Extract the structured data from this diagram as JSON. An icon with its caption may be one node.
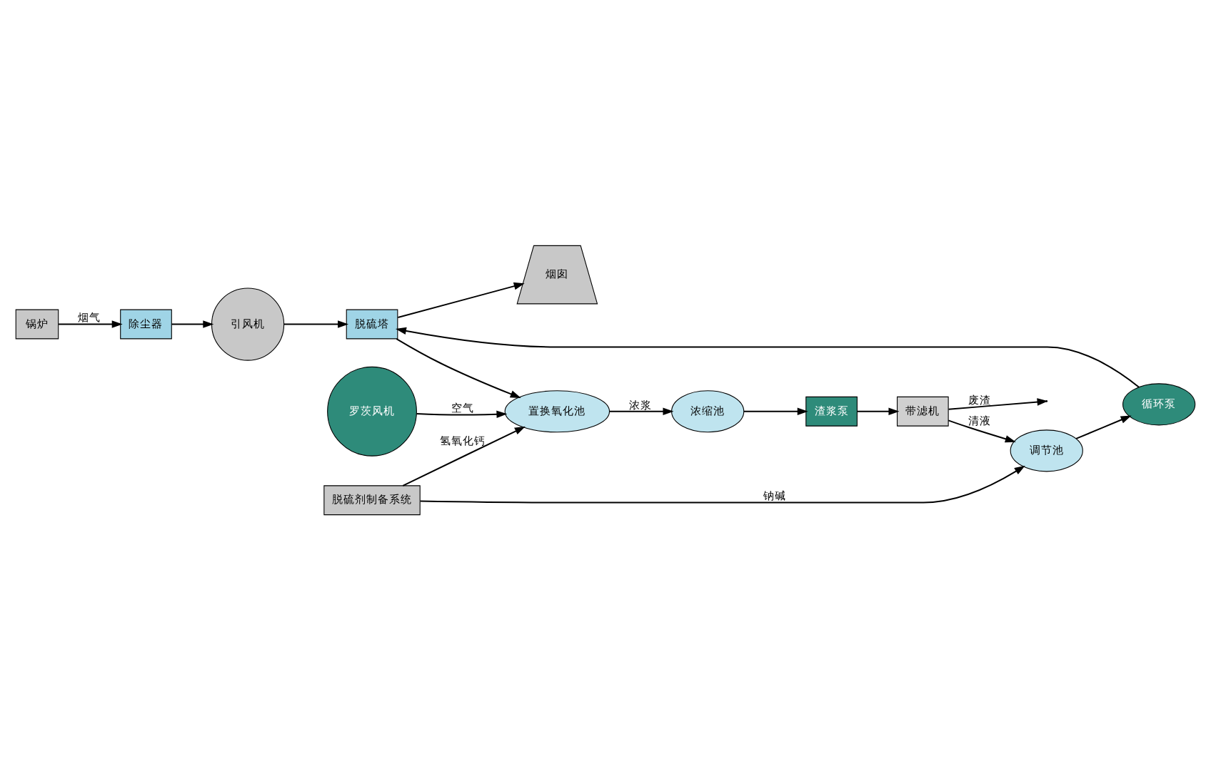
{
  "diagram": {
    "nodes": [
      {
        "text": [
          "锅炉"
        ]
      },
      {
        "text": [
          "除尘器"
        ]
      },
      {
        "text": [
          "引风机"
        ]
      },
      {
        "text": [
          "脱硫塔"
        ]
      },
      {
        "text": [
          "循环泵"
        ]
      },
      {
        "text": [
          "烟囱"
        ]
      },
      {
        "text": [
          "带滤机"
        ]
      },
      {
        "text": [
          "渣浆泵"
        ]
      },
      {
        "text": [
          "置换氧化池"
        ]
      },
      {
        "text": [
          "浓缩池"
        ]
      },
      {
        "text": [
          "调节池"
        ]
      },
      {
        "text": [
          "脱硫剂制备系统"
        ]
      },
      {
        "text": [
          "罗茨风机"
        ]
      }
    ],
    "edges": [
      {
        "from": 0,
        "to": 1,
        "arrow": "to",
        "label": "烟气"
      },
      {
        "from": 1,
        "to": 2,
        "arrow": "to"
      },
      {
        "from": 2,
        "to": 3,
        "arrow": "to"
      },
      {
        "from": 3,
        "to": 5,
        "arrow": "to"
      },
      {
        "from": 4,
        "to": 3,
        "arrow": "to"
      },
      {
        "from": 10,
        "to": 4,
        "arrow": "to"
      },
      {
        "from": 3,
        "to": 8,
        "arrow": "to"
      },
      {
        "from": 12,
        "to": 8,
        "arrow": "to",
        "label": "空气"
      },
      {
        "from": 8,
        "to": 9,
        "arrow": "to",
        "label": "浓浆"
      },
      {
        "from": 9,
        "to": 7,
        "arrow": "to"
      },
      {
        "from": 7,
        "to": 6,
        "arrow": "to"
      },
      {
        "from": 6,
        "to": null,
        "arrow": "to",
        "label": "废渣"
      },
      {
        "from": 6,
        "to": 10,
        "arrow": "to",
        "label": "清液"
      },
      {
        "from": 11,
        "to": 8,
        "arrow": "to",
        "label": "氢氧化钙"
      },
      {
        "from": 11,
        "to": 10,
        "arrow": "to",
        "label": "钠碱"
      }
    ]
  }
}
